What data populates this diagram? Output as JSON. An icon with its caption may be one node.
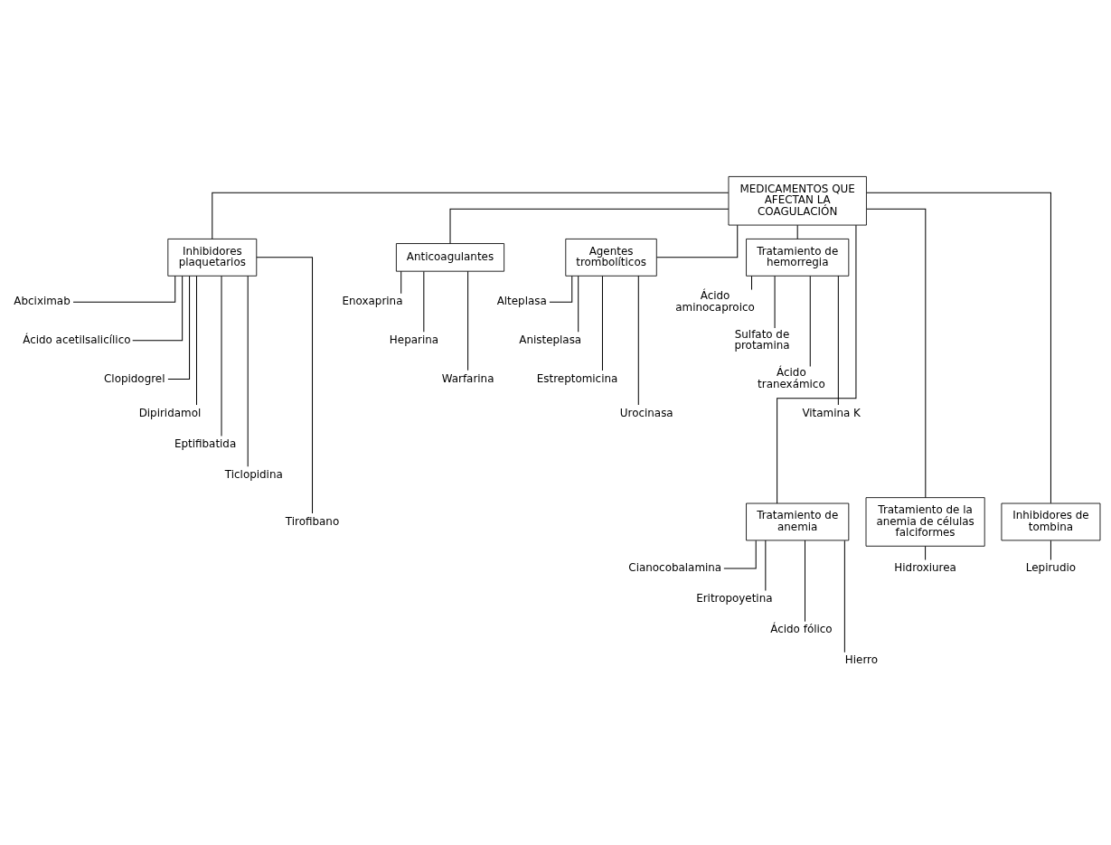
{
  "diagram": {
    "nodes": [
      {
        "text": [
          "MEDICAMENTOS QUE AFECTAN LA COAGULACIÓN"
        ]
      },
      {
        "text": [
          "Inhibidores plaquetarios"
        ]
      },
      {
        "text": [
          "Anticoagulantes"
        ]
      },
      {
        "text": [
          "Agentes trombolíticos"
        ]
      },
      {
        "text": [
          "Tratamiento de hemorregia"
        ]
      },
      {
        "text": [
          "Abciximab"
        ]
      },
      {
        "text": [
          "Ácido acetilsalicílico"
        ]
      },
      {
        "text": [
          "Clopidogrel"
        ]
      },
      {
        "text": [
          "Dipiridamol"
        ]
      },
      {
        "text": [
          "Eptifibatida"
        ]
      },
      {
        "text": [
          "Ticlopidina"
        ]
      },
      {
        "text": [
          "Tirofibano"
        ]
      },
      {
        "text": [
          "Enoxaprina"
        ]
      },
      {
        "text": [
          "Heparina"
        ]
      },
      {
        "text": [
          "Warfarina"
        ]
      },
      {
        "text": [
          "Alteplasa"
        ]
      },
      {
        "text": [
          "Anisteplasa"
        ]
      },
      {
        "text": [
          "Estreptomicina"
        ]
      },
      {
        "text": [
          "Urocinasa"
        ]
      },
      {
        "text": [
          "Ácido aminocaproico"
        ]
      },
      {
        "text": [
          "Sulfato de protamina"
        ]
      },
      {
        "text": [
          "Ácido tranexámico"
        ]
      },
      {
        "text": [
          "Vitamina K"
        ]
      },
      {
        "text": [
          "Tratamiento de anemia"
        ]
      },
      {
        "text": [
          "Tratamiento de la anemia de células falciformes"
        ]
      },
      {
        "text": [
          "Inhibidores de tombina"
        ]
      },
      {
        "text": [
          "Cianocobalamina"
        ]
      },
      {
        "text": [
          "Eritropoyetina"
        ]
      },
      {
        "text": [
          "Ácido fólico"
        ]
      },
      {
        "text": [
          "Hierro"
        ]
      },
      {
        "text": [
          "Hidroxiurea"
        ]
      },
      {
        "text": [
          "Lepirudio"
        ]
      }
    ],
    "edges": [
      {
        "from": 0,
        "to": 1,
        "arrow": "none"
      },
      {
        "from": 0,
        "to": 23,
        "arrow": "none"
      },
      {
        "from": 0,
        "to": 2,
        "arrow": "none"
      },
      {
        "from": 0,
        "to": 24,
        "arrow": "none"
      },
      {
        "from": 0,
        "to": 3,
        "arrow": "none"
      },
      {
        "from": 0,
        "to": 25,
        "arrow": "none"
      },
      {
        "from": 0,
        "to": 4,
        "arrow": "none"
      },
      {
        "from": 1,
        "to": 5,
        "arrow": "none"
      },
      {
        "from": 1,
        "to": 6,
        "arrow": "none"
      },
      {
        "from": 1,
        "to": 7,
        "arrow": "none"
      },
      {
        "from": 1,
        "to": 8,
        "arrow": "none"
      },
      {
        "from": 1,
        "to": 9,
        "arrow": "none"
      },
      {
        "from": 1,
        "to": 10,
        "arrow": "none"
      },
      {
        "from": 1,
        "to": 11,
        "arrow": "none"
      },
      {
        "from": 2,
        "to": 12,
        "arrow": "none"
      },
      {
        "from": 2,
        "to": 13,
        "arrow": "none"
      },
      {
        "from": 2,
        "to": 14,
        "arrow": "none"
      },
      {
        "from": 3,
        "to": 15,
        "arrow": "none"
      },
      {
        "from": 3,
        "to": 16,
        "arrow": "none"
      },
      {
        "from": 3,
        "to": 17,
        "arrow": "none"
      },
      {
        "from": 3,
        "to": 18,
        "arrow": "none"
      },
      {
        "from": 4,
        "to": 19,
        "arrow": "none"
      },
      {
        "from": 4,
        "to": 20,
        "arrow": "none"
      },
      {
        "from": 4,
        "to": 21,
        "arrow": "none"
      },
      {
        "from": 4,
        "to": 22,
        "arrow": "none"
      },
      {
        "from": 23,
        "to": 26,
        "arrow": "none"
      },
      {
        "from": 23,
        "to": 27,
        "arrow": "none"
      },
      {
        "from": 23,
        "to": 28,
        "arrow": "none"
      },
      {
        "from": 23,
        "to": 29,
        "arrow": "none"
      },
      {
        "from": 24,
        "to": 30,
        "arrow": "none"
      },
      {
        "from": 25,
        "to": 31,
        "arrow": "none"
      }
    ]
  }
}
